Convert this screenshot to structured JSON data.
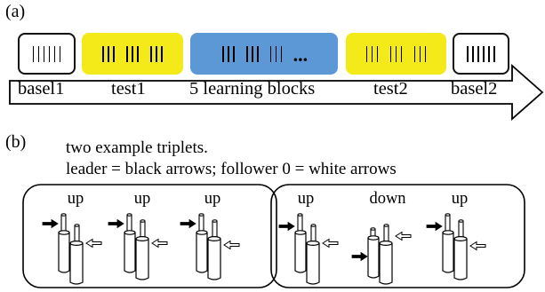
{
  "panel_a": {
    "label": "(a)",
    "labels": {
      "basel1": "basel1",
      "test1": "test1",
      "learning": "5 learning blocks",
      "test2": "test2",
      "basel2": "basel2"
    },
    "dots": "...",
    "colors": {
      "test": "#f4ea1a",
      "learning": "#5c97d6",
      "baseline": "#ffffff"
    }
  },
  "panel_b": {
    "label": "(b)",
    "line1": "two example triplets.",
    "line2": "leader = black arrows; follower 0 = white arrows",
    "triplet1": [
      "up",
      "up",
      "up"
    ],
    "triplet2": [
      "up",
      "down",
      "up"
    ]
  }
}
